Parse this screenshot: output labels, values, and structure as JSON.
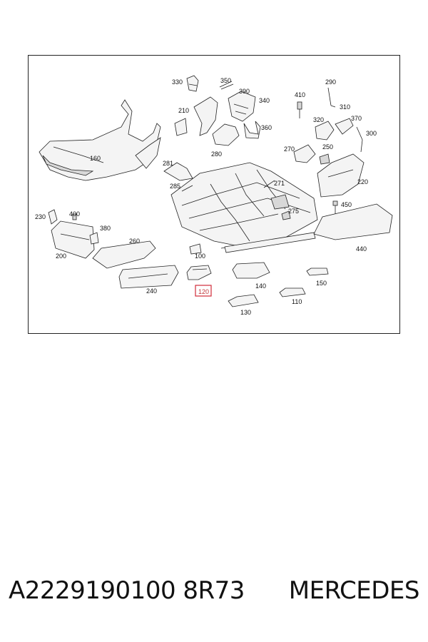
{
  "callouts": {
    "c330": "330",
    "c350": "350",
    "c390": "390",
    "c340": "340",
    "c290": "290",
    "c410": "410",
    "c310": "310",
    "c210": "210",
    "c320": "320",
    "c370": "370",
    "c360": "360",
    "c300": "300",
    "c160": "160",
    "c280": "280",
    "c270": "270",
    "c250": "250",
    "c281": "281",
    "c220": "220",
    "c271": "271",
    "c285": "285",
    "c275": "275",
    "c450": "450",
    "c230": "230",
    "c400": "400",
    "c380": "380",
    "c260": "260",
    "c440": "440",
    "c200": "200",
    "c100": "100",
    "c240": "240",
    "c140": "140",
    "c150": "150",
    "c120": "120",
    "c110": "110",
    "c130": "130"
  },
  "caption": {
    "part_number": "A2229190100 8R73",
    "brand": "MERCEDES"
  },
  "colors": {
    "highlight": "#d02b3a",
    "ink": "#222222"
  }
}
